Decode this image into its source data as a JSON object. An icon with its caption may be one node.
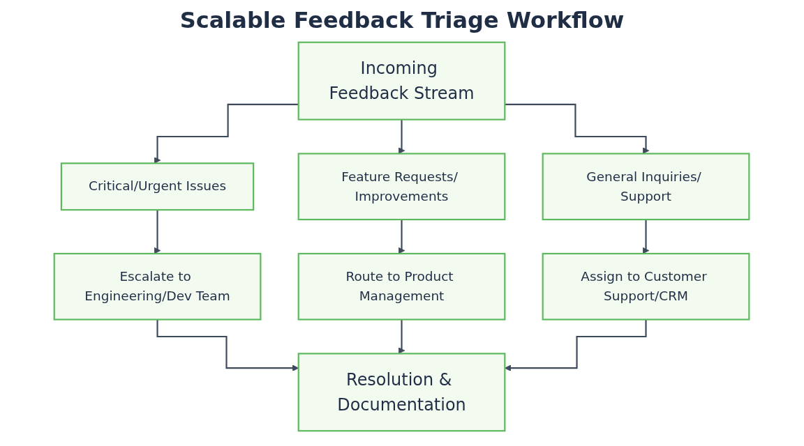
{
  "diagram": {
    "title": "Scalable Feedback Triage Workflow",
    "nodes": [
      {
        "text": [
          "Incoming Feedback Stream"
        ]
      },
      {
        "text": [
          "Critical/Urgent Issues"
        ]
      },
      {
        "text": [
          "Feature Requests/ Improvements"
        ]
      },
      {
        "text": [
          "General Inquiries/ Support"
        ]
      },
      {
        "text": [
          "Escalate to Engineering/Dev Team"
        ]
      },
      {
        "text": [
          "Route to Product Management"
        ]
      },
      {
        "text": [
          "Assign to Customer Support/CRM"
        ]
      },
      {
        "text": [
          "Resolution & Documentation"
        ]
      }
    ],
    "edges": [
      {
        "from": 0,
        "to": 1,
        "arrow": "to"
      },
      {
        "from": 0,
        "to": 2,
        "arrow": "to"
      },
      {
        "from": 0,
        "to": 3,
        "arrow": "to"
      },
      {
        "from": 1,
        "to": 4,
        "arrow": "to"
      },
      {
        "from": 2,
        "to": 5,
        "arrow": "to"
      },
      {
        "from": 3,
        "to": 6,
        "arrow": "to"
      },
      {
        "from": 4,
        "to": 7,
        "arrow": "to"
      },
      {
        "from": 5,
        "to": 7,
        "arrow": "to"
      },
      {
        "from": 6,
        "to": 7,
        "arrow": "to"
      }
    ]
  }
}
